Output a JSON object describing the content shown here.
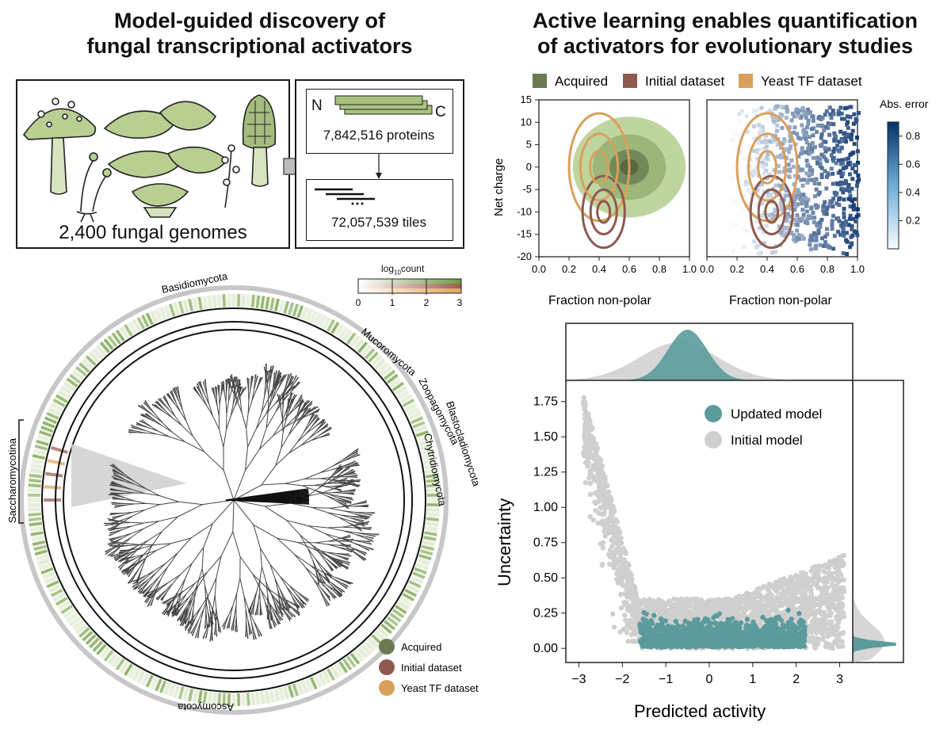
{
  "left": {
    "title_line1": "Model-guided discovery of",
    "title_line2": "fungal transcriptional activators",
    "genomes_label": "2,400 fungal genomes",
    "proteins_label": "7,842,516 proteins",
    "tiles_label": "72,057,539 tiles",
    "n_label": "N",
    "c_label": "C",
    "colorbar_title": "log",
    "colorbar_sub": "10",
    "colorbar_title_tail": "count",
    "colorbar_ticks": [
      "0",
      "1",
      "2",
      "3"
    ],
    "clades": [
      "Basidiomycota",
      "Mucoromycota",
      "Zoopagomycota",
      "Blastocladiomycota",
      "Chytridiomycota",
      "Ascomycota",
      "Saccharomycotina"
    ],
    "legend": [
      "Acquired",
      "Initial dataset",
      "Yeast TF dataset"
    ]
  },
  "right": {
    "title_line1": "Active learning enables quantification",
    "title_line2": "of activators for evolutionary studies"
  },
  "colors": {
    "acquired": "#6b7a52",
    "acquired_light": "#a9c27f",
    "initial": "#8e5a50",
    "yeast": "#d9a05b",
    "updated": "#5b9b9b",
    "initial_model": "#cfcfcf",
    "error_high": "#08306b",
    "ring_green": "#8fb36a"
  },
  "chart_data": [
    {
      "type": "density-contour",
      "legend": [
        "Acquired",
        "Initial dataset",
        "Yeast TF dataset"
      ],
      "xlabel": "Fraction non-polar",
      "ylabel": "Net charge",
      "xlim": [
        0.0,
        1.0
      ],
      "ylim": [
        -20,
        15
      ],
      "xticks": [
        "0.0",
        "0.2",
        "0.4",
        "0.6",
        "0.8",
        "1.0"
      ],
      "yticks": [
        "15",
        "10",
        "5",
        "0",
        "-5",
        "-10",
        "-15",
        "-20"
      ],
      "series": [
        {
          "name": "Acquired",
          "center": [
            0.6,
            0
          ],
          "spread": [
            0.3,
            9
          ]
        },
        {
          "name": "Yeast TF dataset",
          "center": [
            0.4,
            0
          ],
          "spread": [
            0.2,
            12
          ]
        },
        {
          "name": "Initial dataset",
          "center": [
            0.43,
            -10
          ],
          "spread": [
            0.14,
            8
          ]
        }
      ]
    },
    {
      "type": "heatmap",
      "xlabel": "Fraction non-polar",
      "xlim": [
        0.0,
        1.0
      ],
      "ylim": [
        -20,
        15
      ],
      "xticks": [
        "0.0",
        "0.2",
        "0.4",
        "0.6",
        "0.8",
        "1.0"
      ],
      "colorbar_title": "Abs. error",
      "colorbar_ticks": [
        "0.8",
        "0.6",
        "0.4",
        "0.2"
      ],
      "colorbar_range": [
        0.0,
        0.9
      ]
    },
    {
      "type": "scatter",
      "xlabel": "Predicted activity",
      "ylabel": "Uncertainty",
      "xlim": [
        -3.3,
        3.3
      ],
      "ylim": [
        -0.1,
        1.9
      ],
      "xticks": [
        "−3",
        "−2",
        "−1",
        "0",
        "1",
        "2",
        "3"
      ],
      "yticks": [
        "1.75",
        "1.50",
        "1.25",
        "1.00",
        "0.75",
        "0.50",
        "0.25",
        "0.00"
      ],
      "series": [
        {
          "name": "Updated model",
          "x_range": [
            -1.6,
            2.2
          ],
          "y_range": [
            0.0,
            0.3
          ]
        },
        {
          "name": "Initial model",
          "x_range": [
            -2.9,
            3.1
          ],
          "y_range": [
            0.0,
            1.82
          ]
        }
      ]
    }
  ]
}
